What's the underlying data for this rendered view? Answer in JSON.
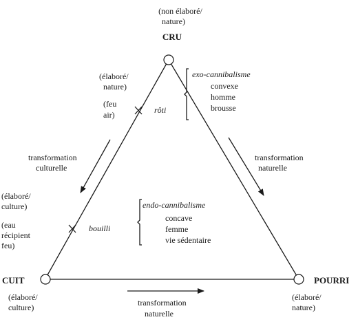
{
  "vertices": {
    "cru": {
      "label": "CRU",
      "note": [
        "(non élaboré/",
        "nature)"
      ]
    },
    "cuit": {
      "label": "CUIT",
      "note": [
        "(élaboré/",
        "culture)"
      ]
    },
    "pourri": {
      "label": "POURRI",
      "note": [
        "(élaboré/",
        "nature)"
      ]
    }
  },
  "roti": {
    "label": "rôti",
    "note1": [
      "(élaboré/",
      "nature)"
    ],
    "note2": [
      "(feu",
      "air)"
    ],
    "cannibalism": "exo-cannibalisme",
    "traits": [
      "convexe",
      "homme",
      "brousse"
    ]
  },
  "bouilli": {
    "label": "bouilli",
    "note1": [
      "(élaboré/",
      "culture)"
    ],
    "note2": [
      "(eau",
      "récipient",
      "feu)"
    ],
    "cannibalism": "endo-cannibalisme",
    "traits": [
      "concave",
      "femme",
      "vie sédentaire"
    ]
  },
  "transformations": {
    "culturelle": [
      "transformation",
      "culturelle"
    ],
    "naturelle_right": [
      "transformation",
      "naturelle"
    ],
    "naturelle_bottom": [
      "transformation",
      "naturelle"
    ]
  }
}
